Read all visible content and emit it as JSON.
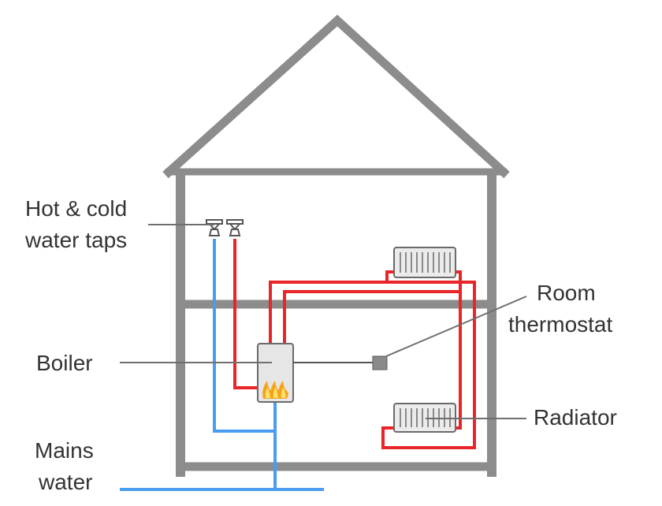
{
  "labels": {
    "taps_line1": "Hot & cold",
    "taps_line2": "water taps",
    "boiler": "Boiler",
    "thermostat_line1": "Room",
    "thermostat_line2": "thermostat",
    "radiator": "Radiator",
    "mains_line1": "Mains",
    "mains_line2": "water"
  },
  "colors": {
    "wall": "#8c8c8c",
    "hot_pipe": "#e8262a",
    "cold_pipe": "#4a9cf0",
    "leader": "#6f6f6f",
    "boiler_fill": "#e6e6e6",
    "flame_outer": "#f7a21b",
    "flame_inner": "#fde16a",
    "thermostat": "#8a8a8a",
    "radiator_fill": "#ebebeb"
  }
}
